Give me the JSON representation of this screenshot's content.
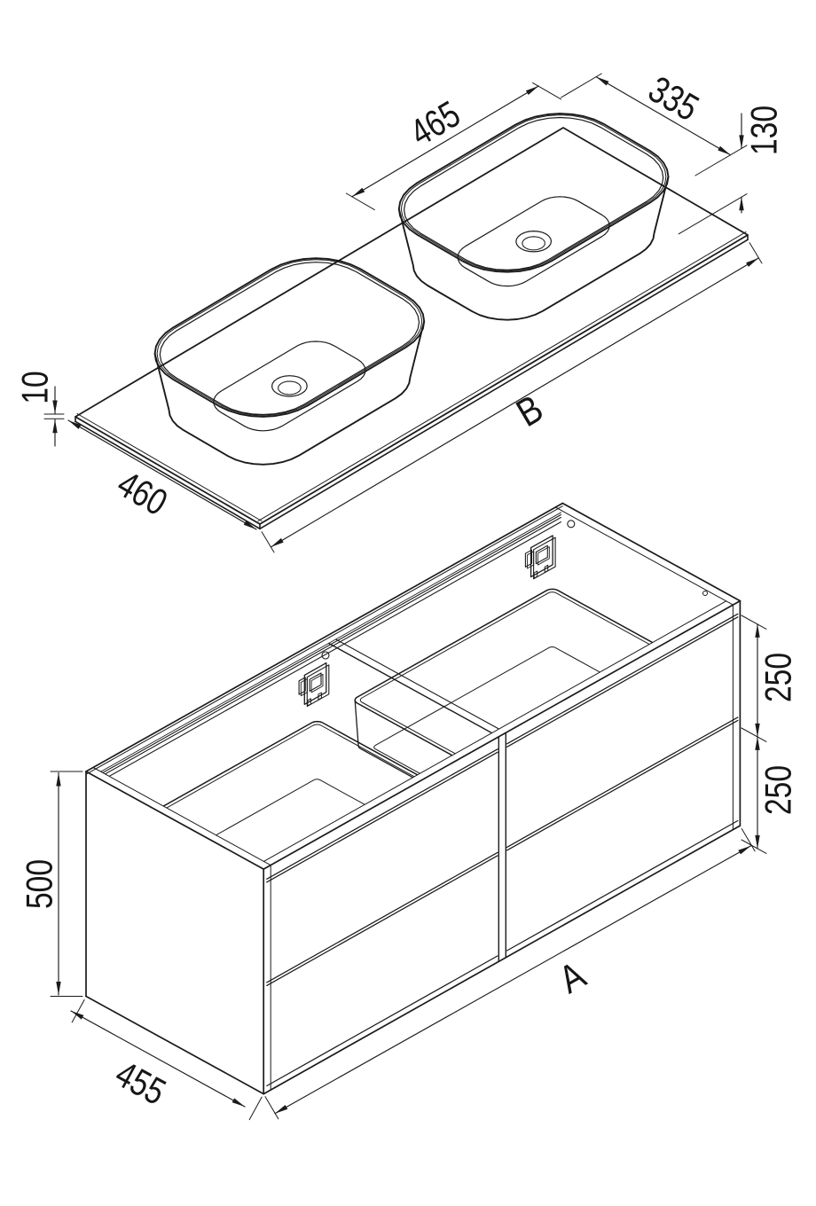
{
  "page": {
    "background": "#ffffff",
    "ink": "#1b1b1b"
  },
  "top_figure": {
    "basin_length": "465",
    "basin_width": "335",
    "basin_height": "130",
    "countertop_thickness": "10",
    "countertop_depth": "460",
    "length_label": "B"
  },
  "cabinet_figure": {
    "upper_drawer_height": "250",
    "lower_drawer_height": "250",
    "cabinet_height": "500",
    "cabinet_depth": "455",
    "width_label": "A"
  }
}
